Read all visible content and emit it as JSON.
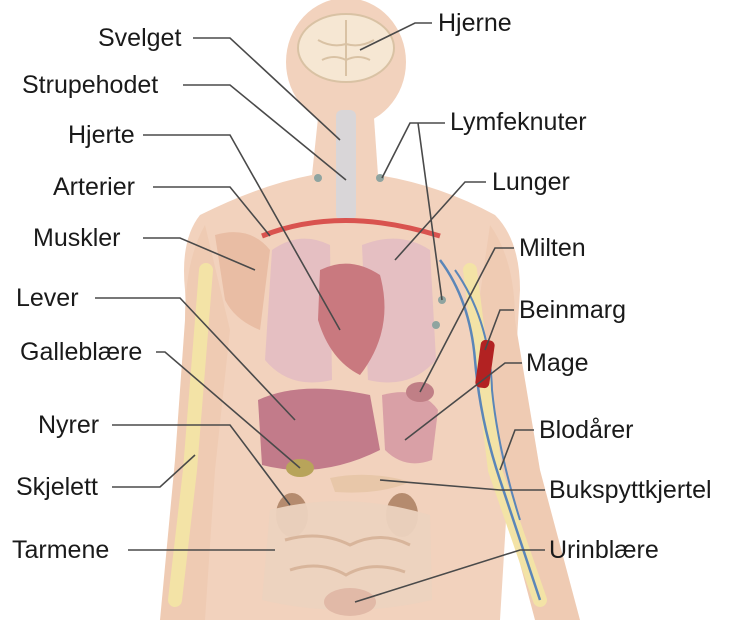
{
  "labels": {
    "svelget": "Svelget",
    "strupehodet": "Strupehodet",
    "hjerte": "Hjerte",
    "arterier": "Arterier",
    "muskler": "Muskler",
    "lever": "Lever",
    "galleblaere": "Galleblære",
    "nyrer": "Nyrer",
    "skjelett": "Skjelett",
    "tarmene": "Tarmene",
    "hjerne": "Hjerne",
    "lymfeknuter": "Lymfeknuter",
    "lunger": "Lunger",
    "milten": "Milten",
    "beinmarg": "Beinmarg",
    "mage": "Mage",
    "blodarer": "Blodårer",
    "bukspyttkjertel": "Bukspyttkjertel",
    "urinblaere": "Urinblære"
  },
  "colors": {
    "skin": "#f2d2bd",
    "skin_dark": "#e6b89e",
    "bone": "#f3e3a6",
    "brain": "#f6e7d3",
    "heart": "#c9797f",
    "liver": "#c27b8a",
    "lung": "#e3bcc2",
    "artery": "#d9534f",
    "vein": "#5b86b8",
    "marrow": "#b22222",
    "line": "#4a4a4a",
    "text": "#1a1a1a"
  }
}
